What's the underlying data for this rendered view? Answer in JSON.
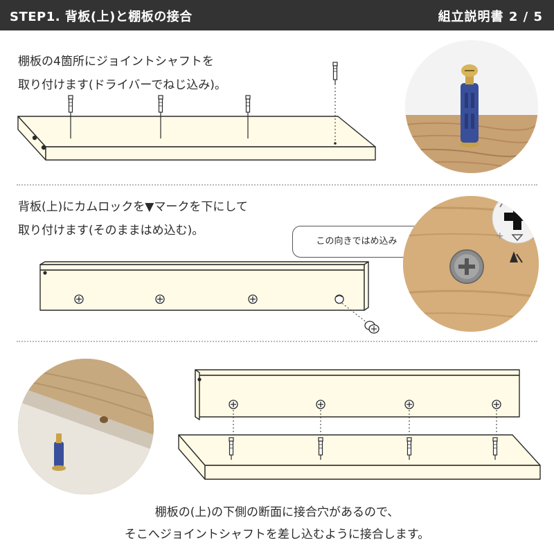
{
  "header": {
    "title": "STEP1. 背板(上)と棚板の接合",
    "pager": "組立説明書 2 / 5",
    "background": "#333333"
  },
  "section1": {
    "lines": [
      "棚板の4箇所にジョイントシャフトを",
      "取り付けます(ドライバーでねじ込み)。"
    ]
  },
  "section2": {
    "lines": [
      "背板(上)にカムロックを▼マークを下にして",
      "取り付けます(そのままはめ込む)。"
    ],
    "callout": "この向きではめ込み"
  },
  "section3": {
    "caption_lines": [
      "棚板の(上)の下側の断面に接合穴があるので、",
      "そこへジョイントシャフトを差し込むように接合します。"
    ]
  },
  "colors": {
    "board_fill": "#fffbe6",
    "outline": "#2b2b2b",
    "wood": "#c9a274",
    "shaft_blue": "#3a4f9a"
  }
}
